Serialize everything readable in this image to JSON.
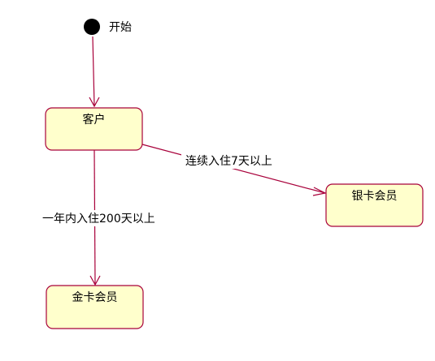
{
  "diagram": {
    "start_label": "开始",
    "states": {
      "customer": "客户",
      "silver": "银卡会员",
      "gold": "金卡会员"
    },
    "transitions": {
      "start_to_customer": "",
      "customer_to_silver": "连续入住7天以上",
      "customer_to_gold": "一年内入住200天以上"
    }
  },
  "colors": {
    "state_fill": "#ffffcc",
    "line": "#a8003a",
    "start_node": "#000000"
  }
}
